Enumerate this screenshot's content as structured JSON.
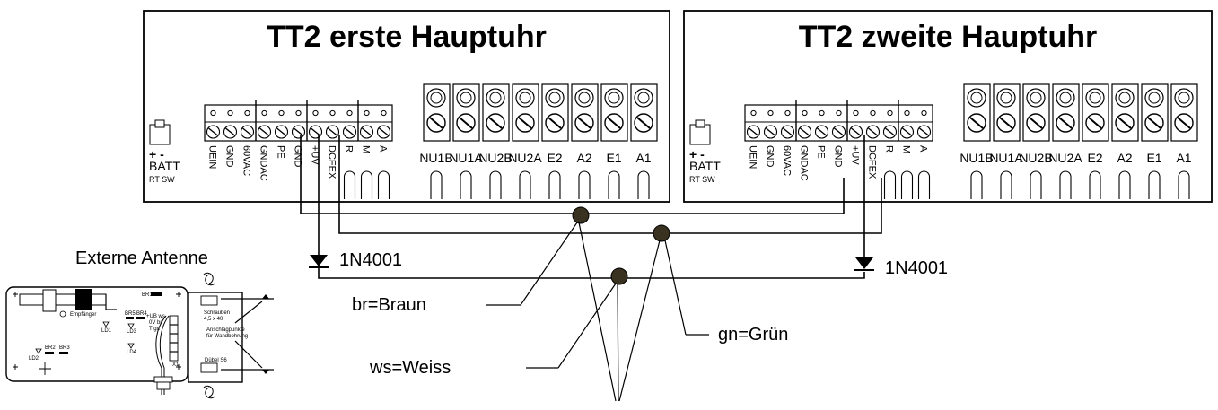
{
  "units": [
    {
      "title": "TT2 erste Hauptuhr",
      "batt_label": "BATT",
      "batt_sign": "+ -",
      "batt_sub": "RT   SW",
      "small_terms": [
        "UEIN",
        "GND",
        "60VAC",
        "GNDAC",
        "PE",
        "GND",
        "+UV",
        "DCFEX",
        "R",
        "M",
        "A"
      ],
      "big_terms": [
        "NU1B",
        "NU1A",
        "NU2B",
        "NU2A",
        "E2",
        "A2",
        "E1",
        "A1"
      ]
    },
    {
      "title": "TT2 zweite Hauptuhr",
      "batt_label": "BATT",
      "batt_sign": "+ -",
      "batt_sub": "RT   SW",
      "small_terms": [
        "UEIN",
        "GND",
        "60VAC",
        "GNDAC",
        "PE",
        "GND",
        "+UV",
        "DCFEX",
        "R",
        "M",
        "A"
      ],
      "big_terms": [
        "NU1B",
        "NU1A",
        "NU2B",
        "NU2A",
        "E2",
        "A2",
        "E1",
        "A1"
      ]
    }
  ],
  "diodes": [
    "1N4001",
    "1N4001"
  ],
  "wire_labels": {
    "brown": "br=Braun",
    "white": "ws=Weiss",
    "green": "gn=Grün"
  },
  "antenna": {
    "title": "Externe Antenne",
    "receiver": "Empfänger",
    "screws": "Schrauben\n4,5 x 40",
    "mounting": "Anschlagpunkte\nfür Wandbohrung",
    "dowel": "Dübel S6",
    "bridges": [
      "BR1",
      "BR5",
      "BR4",
      "BR2",
      "BR3"
    ],
    "leds": [
      "LD1",
      "LD2",
      "LD3",
      "LD4"
    ],
    "supply": "+UB ws",
    "volt": "0V  br",
    "tee": "T  gn",
    "x1": "X1"
  }
}
